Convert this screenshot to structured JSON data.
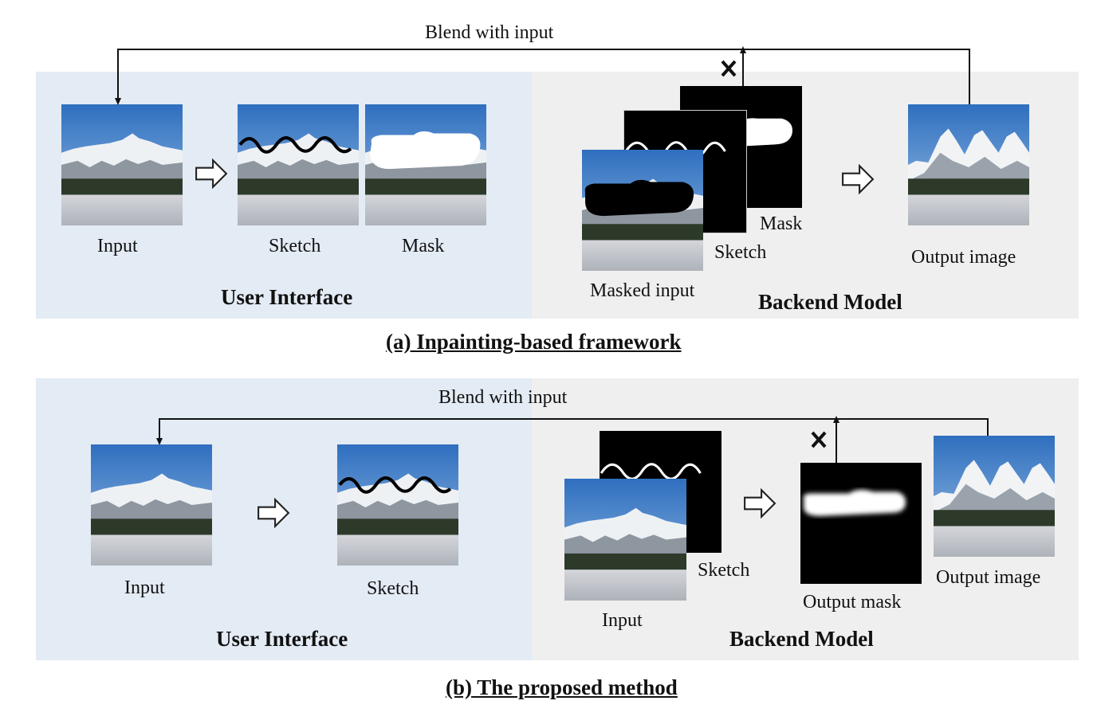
{
  "diagram_a": {
    "blend_label": "Blend with input",
    "input_label": "Input",
    "sketch_label": "Sketch",
    "mask_label": "Mask",
    "ui_title": "User Interface",
    "backend_mask_label": "Mask",
    "backend_sketch_label": "Sketch",
    "masked_input_label": "Masked input",
    "output_label": "Output image",
    "backend_title": "Backend Model",
    "caption": "(a) Inpainting-based  framework"
  },
  "diagram_b": {
    "blend_label": "Blend with input",
    "input_label": "Input",
    "sketch_label": "Sketch",
    "ui_title": "User Interface",
    "backend_sketch_label": "Sketch",
    "backend_input_label": "Input",
    "output_mask_label": "Output mask",
    "output_label": "Output image",
    "backend_title": "Backend Model",
    "caption": "(b) The proposed method"
  },
  "colors": {
    "ui_panel": "#e3ebf4",
    "backend_panel": "#efefef",
    "sky": "#4f86c6",
    "ground": "#c9ccd2"
  },
  "icons": [
    "right-arrow-icon",
    "cross-icon",
    "up-arrow-icon"
  ]
}
